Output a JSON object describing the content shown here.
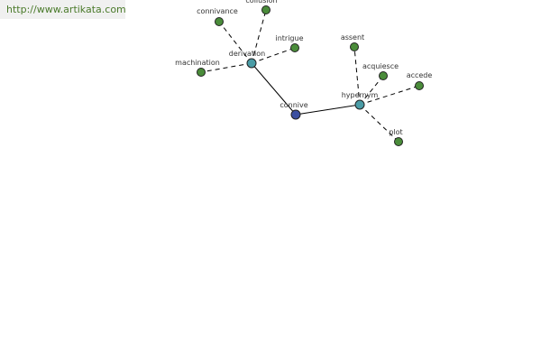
{
  "banner": {
    "url": "http://www.artikata.com"
  },
  "colors": {
    "center": "#3b4fa0",
    "hub": "#4a9ca6",
    "leaf": "#4a8c3a"
  },
  "graph": {
    "nodes": [
      {
        "id": "connive",
        "label": "connive",
        "kind": "center"
      },
      {
        "id": "derivation",
        "label": "derivation",
        "kind": "hub"
      },
      {
        "id": "hypernym",
        "label": "hypernym",
        "kind": "hub"
      },
      {
        "id": "connivance",
        "label": "connivance",
        "kind": "leaf"
      },
      {
        "id": "collusion",
        "label": "collusion",
        "kind": "leaf"
      },
      {
        "id": "intrigue",
        "label": "intrigue",
        "kind": "leaf"
      },
      {
        "id": "machination",
        "label": "machination",
        "kind": "leaf"
      },
      {
        "id": "assent",
        "label": "assent",
        "kind": "leaf"
      },
      {
        "id": "acquiesce",
        "label": "acquiesce",
        "kind": "leaf"
      },
      {
        "id": "accede",
        "label": "accede",
        "kind": "leaf"
      },
      {
        "id": "plot",
        "label": "plot",
        "kind": "leaf"
      }
    ],
    "edges": [
      {
        "from": "connive",
        "to": "derivation",
        "style": "solid"
      },
      {
        "from": "connive",
        "to": "hypernym",
        "style": "solid"
      },
      {
        "from": "derivation",
        "to": "connivance",
        "style": "dashed"
      },
      {
        "from": "derivation",
        "to": "collusion",
        "style": "dashed"
      },
      {
        "from": "derivation",
        "to": "intrigue",
        "style": "dashed"
      },
      {
        "from": "derivation",
        "to": "machination",
        "style": "dashed"
      },
      {
        "from": "hypernym",
        "to": "assent",
        "style": "dashed"
      },
      {
        "from": "hypernym",
        "to": "acquiesce",
        "style": "dashed"
      },
      {
        "from": "hypernym",
        "to": "accede",
        "style": "dashed"
      },
      {
        "from": "hypernym",
        "to": "plot",
        "style": "dashed"
      }
    ]
  }
}
